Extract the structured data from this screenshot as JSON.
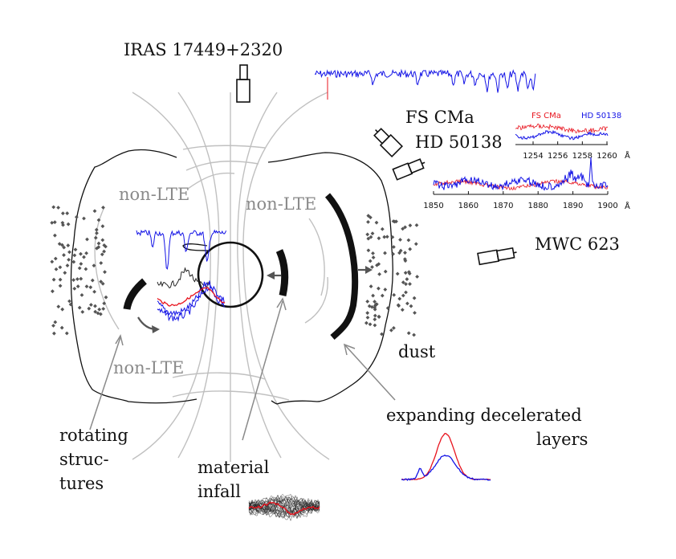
{
  "labels": {
    "iras": "IRAS 17449+2320",
    "fscma": "FS CMa",
    "hd50138": "HD 50138",
    "mwc623": "MWC 623",
    "nonlte_left": "non-LTE",
    "nonlte_right": "non-LTE",
    "nonlte_bottom": "non-LTE",
    "dust": "dust",
    "expanding_1": "expanding decelerated",
    "expanding_2": "layers",
    "rotating_1": "rotating",
    "rotating_2": "struc-",
    "rotating_3": "tures",
    "material_1": "material",
    "material_2": "infall"
  },
  "inset_top": {
    "legend": [
      {
        "name": "FS CMa",
        "color": "#e8141e"
      },
      {
        "name": "HD 50138",
        "color": "#1414e6"
      }
    ],
    "x_ticks": [
      "1254",
      "1256",
      "1258",
      "1260"
    ],
    "unit": "Å"
  },
  "inset_bottom": {
    "x_ticks": [
      "1850",
      "1860",
      "1870",
      "1880",
      "1890",
      "1900"
    ],
    "unit": "Å"
  },
  "colors": {
    "red": "#e8141e",
    "blue": "#1414e6",
    "gray_line": "#c0c0c0",
    "gray_arrow": "#8a8a8a",
    "dark": "#111111",
    "dust": "#555555"
  },
  "icons": [
    "telescope-icon",
    "telescope-icon",
    "telescope-icon",
    "telescope-icon"
  ]
}
